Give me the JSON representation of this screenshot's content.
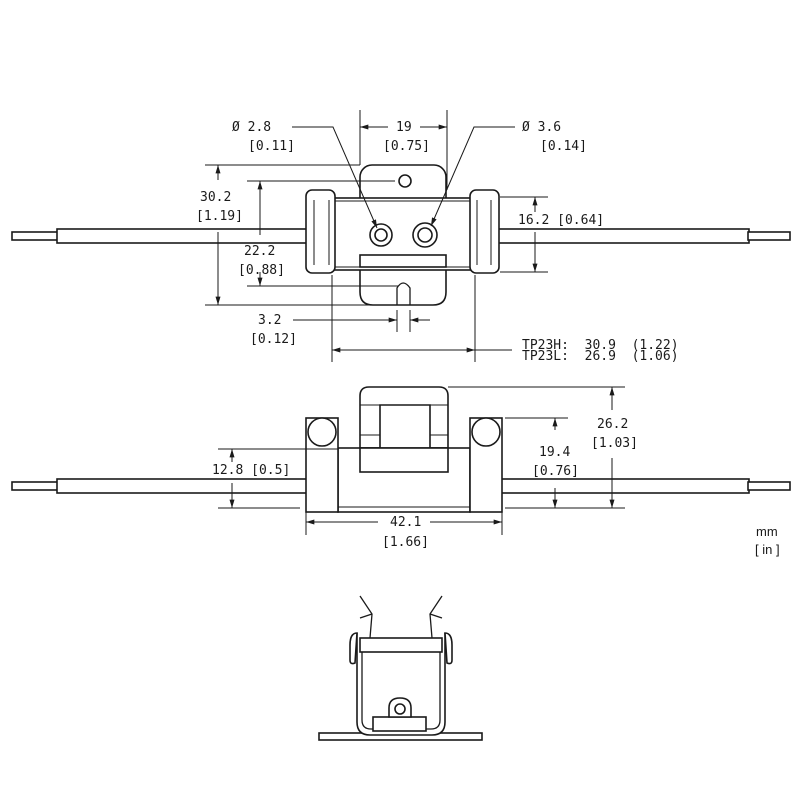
{
  "top_view": {
    "hole_small": {
      "mm": "Ø 2.8",
      "in": "[0.11]"
    },
    "hole_large": {
      "mm": "Ø 3.6",
      "in": "[0.14]"
    },
    "hole_spacing": {
      "mm": "19",
      "in": "[0.75]"
    },
    "overall_height": {
      "mm": "30.2",
      "in": "[1.19]"
    },
    "mount_height": {
      "mm": "22.2",
      "in": "[0.88]"
    },
    "body_height": {
      "text": "16.2 [0.64]"
    },
    "slot_width": {
      "mm": "3.2",
      "in": "[0.12]"
    },
    "variants": [
      "TP23H:  30.9  (1.22)",
      "TP23L:  26.9  (1.06)"
    ]
  },
  "side_view": {
    "wire_height": {
      "text": "12.8 [0.5]"
    },
    "cap_height": {
      "mm": "19.4",
      "in": "[0.76]"
    },
    "total_height": {
      "mm": "26.2",
      "in": "[1.03]"
    },
    "width": {
      "mm": "42.1",
      "in": "[1.66]"
    }
  },
  "units": {
    "primary": "mm",
    "secondary": "[ in ]"
  }
}
